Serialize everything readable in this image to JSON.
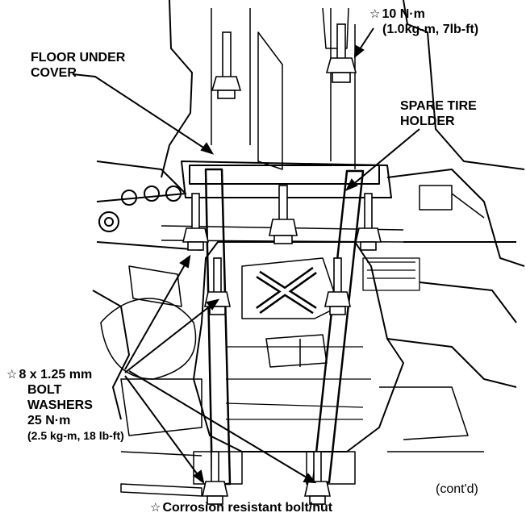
{
  "labels": {
    "torque_top": {
      "star": "☆",
      "line1": "10 N·m",
      "line2": "(1.0kg-m, 7lb-ft)"
    },
    "floor_under_cover": {
      "line1": "FLOOR UNDER",
      "line2": "COVER"
    },
    "spare_tire_holder": {
      "line1": "SPARE TIRE",
      "line2": "HOLDER"
    },
    "bolt_spec": {
      "star": "☆",
      "line1": "8 x 1.25 mm",
      "line2": "BOLT",
      "line3": "WASHERS",
      "line4": "25 N·m",
      "line5": "(2.5  kg-m,  18   lb-ft)"
    },
    "contd": "(cont'd)",
    "footnote": {
      "star": "☆",
      "text": "Corrosion resistant bolt/nut"
    }
  },
  "colors": {
    "ink": "#000000",
    "paper": "#ffffff"
  }
}
